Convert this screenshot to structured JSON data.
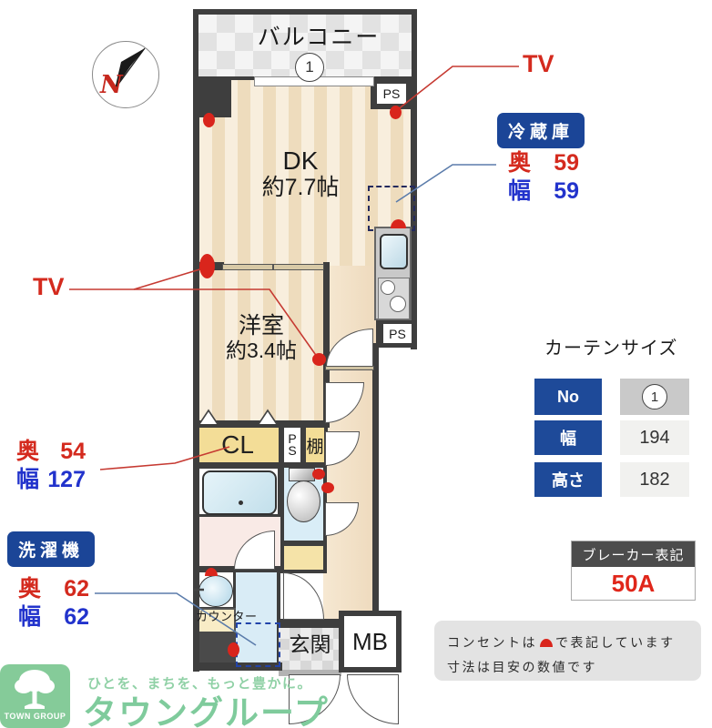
{
  "compass": {
    "north": "N"
  },
  "plan": {
    "balcony": {
      "label": "バルコニー",
      "window_no": "1"
    },
    "rooms": {
      "dk_name": "DK",
      "dk_size": "約7.7帖",
      "youshitsu_name": "洋室",
      "youshitsu_size": "約3.4帖",
      "genkan": "玄関",
      "mb": "MB",
      "cl": "CL",
      "tana": "棚",
      "counter": "カウンター"
    },
    "labels": {
      "ps": "PS",
      "ps_vertical": [
        "P",
        "S"
      ]
    }
  },
  "annotations": {
    "tv": "TV",
    "fridge": {
      "title": "冷蔵庫",
      "rows": [
        {
          "label": "奥",
          "value": "59"
        },
        {
          "label": "幅",
          "value": "59"
        }
      ]
    },
    "closet": {
      "rows": [
        {
          "label": "奥",
          "value": "54"
        },
        {
          "label": "幅",
          "value": "127"
        }
      ]
    },
    "washer": {
      "title": "洗濯機",
      "rows": [
        {
          "label": "奥",
          "value": "62"
        },
        {
          "label": "幅",
          "value": "62"
        }
      ]
    }
  },
  "curtain": {
    "title": "カーテンサイズ",
    "rows": [
      {
        "header": "No",
        "value": "1"
      },
      {
        "header": "幅",
        "value": "194"
      },
      {
        "header": "高さ",
        "value": "182"
      }
    ]
  },
  "breaker": {
    "title": "ブレーカー表記",
    "value": "50A"
  },
  "notes": {
    "outlet_pre": "コンセントは",
    "outlet_post": "で表記しています",
    "line2": "寸法は目安の数値です"
  },
  "logo": {
    "tagline": "ひとを、まちを、もっと豊かに。",
    "name": "タウングループ",
    "box_text": "TOWN GROUP"
  },
  "colors": {
    "wall": "#3e3e3e",
    "badge_navy": "#1b4597",
    "accent_red": "#d42a1e",
    "accent_blue": "#2233cc",
    "logo_green": "#84cb9d",
    "floor_beige": "#f3e2c9",
    "water_blue": "#d9ecf6"
  }
}
